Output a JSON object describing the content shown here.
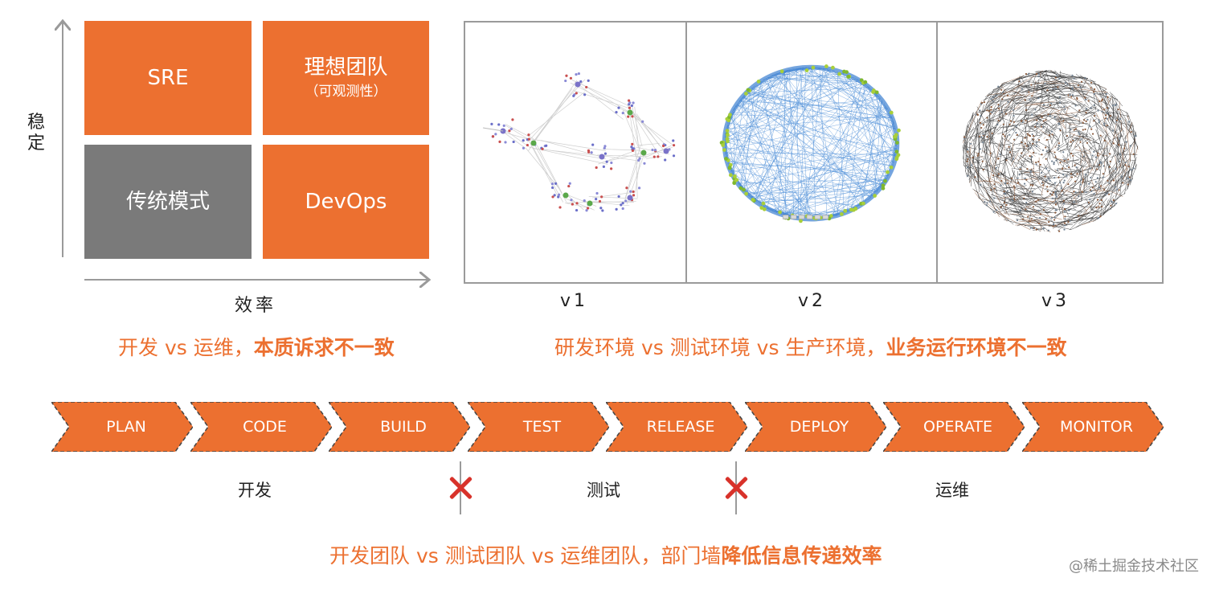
{
  "quadrant": {
    "y_axis_label": "稳定",
    "x_axis_label": "效率",
    "cells": {
      "top_left": "SRE",
      "top_right": "理想团队",
      "top_right_sub": "（可观测性）",
      "bottom_left": "传统模式",
      "bottom_right": "DevOps"
    },
    "colors": {
      "orange": "#EC7030",
      "gray": "#7A7A7A"
    }
  },
  "architecture": {
    "versions": [
      "v1",
      "v2",
      "v3"
    ]
  },
  "captions": {
    "top_left": {
      "plain": "开发 vs 运维，",
      "bold": "本质诉求不一致"
    },
    "top_right": {
      "plain": "研发环境 vs 测试环境 vs 生产环境，",
      "bold": "业务运行环境不一致"
    },
    "bottom": {
      "plain": "开发团队 vs 测试团队 vs 运维团队，部门墙",
      "bold": "降低信息传递效率"
    }
  },
  "pipeline": {
    "stages": [
      "PLAN",
      "CODE",
      "BUILD",
      "TEST",
      "RELEASE",
      "DEPLOY",
      "OPERATE",
      "MONITOR"
    ],
    "teams": [
      "开发",
      "测试",
      "运维"
    ],
    "stage_color": "#EC7030",
    "cross_color": "#D8322A"
  },
  "watermark": "@稀土掘金技术社区"
}
